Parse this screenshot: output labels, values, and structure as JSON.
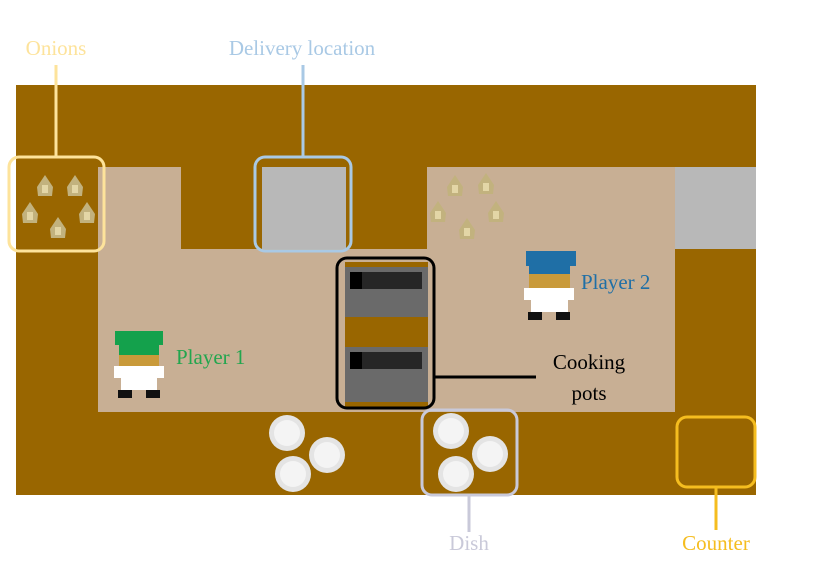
{
  "labels": {
    "onions": "Onions",
    "delivery": "Delivery location",
    "player1": "Player 1",
    "player2": "Player 2",
    "cooking_pots_line1": "Cooking",
    "cooking_pots_line2": "pots",
    "dish": "Dish",
    "counter": "Counter"
  },
  "colors": {
    "counter_brown": "#996600",
    "floor_tan": "#c8af94",
    "delivery_gray": "#b8b8b8",
    "onions_label": "#fde39b",
    "delivery_label": "#a9c9e5",
    "player1_label": "#22a64e",
    "player2_label": "#1f6fa6",
    "dish_label": "#c9c9d9",
    "counter_label": "#f5bd1f",
    "pots_label": "#000000"
  },
  "icons": {
    "onion": "onion-icon",
    "dish": "dish-icon",
    "pot": "cooking-pot-icon",
    "chef": "chef-icon"
  }
}
